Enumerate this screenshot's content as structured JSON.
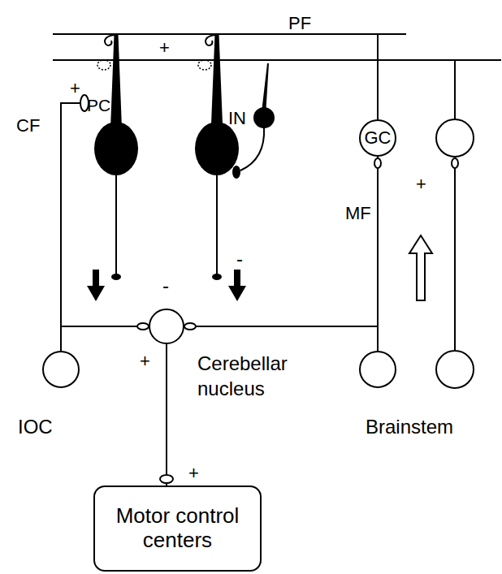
{
  "diagram": {
    "nodes": [
      {
        "text": [
          "PC"
        ]
      },
      {
        "text": [
          "IN"
        ]
      },
      {
        "text": [
          "GC"
        ]
      },
      {
        "text": [
          "Cerebellar nucleus"
        ]
      },
      {
        "text": [
          "IOC"
        ]
      },
      {
        "text": [
          "Brainstem"
        ]
      },
      {
        "text": [
          "Motor control centers"
        ]
      }
    ],
    "edges": [
      {
        "from": 4,
        "to": 0,
        "arrow": "none"
      },
      {
        "from": 4,
        "to": 3,
        "arrow": "none"
      },
      {
        "from": 5,
        "to": 2,
        "arrow": "none"
      },
      {
        "from": 5,
        "to": 3,
        "arrow": "none"
      },
      {
        "from": 3,
        "to": 6,
        "arrow": "none"
      }
    ],
    "labels": [
      "PF",
      "+",
      "CF",
      "+",
      "-",
      "-",
      "+",
      "MF",
      "+",
      "+"
    ]
  }
}
